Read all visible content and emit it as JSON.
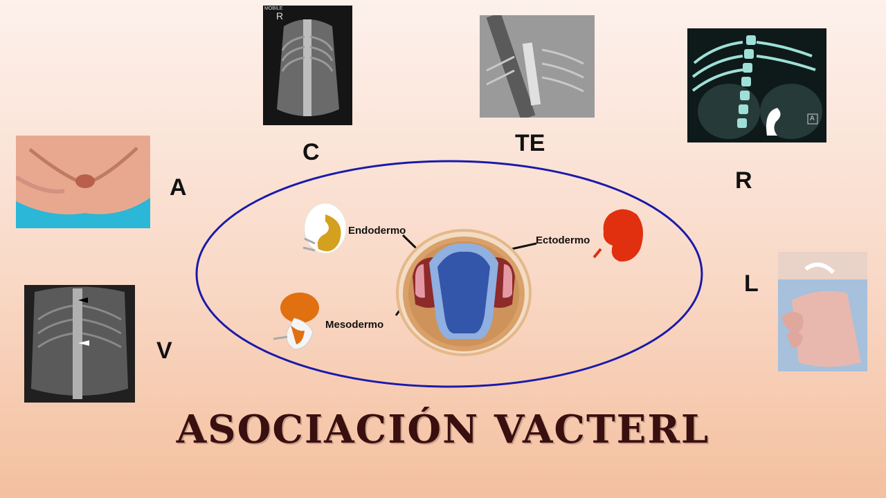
{
  "title": "ASOCIACIÓN VACTERL",
  "letters": {
    "a": "A",
    "c": "C",
    "te": "TE",
    "r": "R",
    "l": "L",
    "v": "V"
  },
  "germ_layers": {
    "endoderm": "Endodermo",
    "ectoderm": "Ectodermo",
    "mesoderm": "Mesodermo"
  },
  "xray_labels": {
    "mobile": "MOBILE",
    "side_marker": "R",
    "ct_marker": "A"
  },
  "colors": {
    "ellipse": "#1a1aaa",
    "title": "#3a0f0f",
    "endoderm_blob": "#3355aa",
    "embryo_red": "#e03010",
    "embryo_orange": "#e07010"
  }
}
